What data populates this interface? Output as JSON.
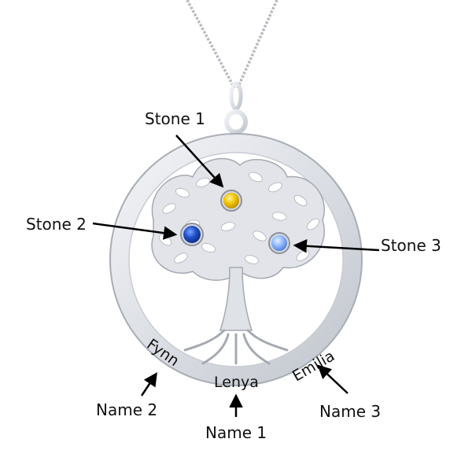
{
  "callouts": {
    "stone_1": "Stone 1",
    "stone_2": "Stone 2",
    "stone_3": "Stone 3",
    "name_1": "Name 1",
    "name_2": "Name 2",
    "name_3": "Name 3"
  },
  "engravings": {
    "left": "Fynn",
    "center": "Lenya",
    "right": "Emilia"
  },
  "colors": {
    "background": "#ffffff",
    "silver": "#e3e5ea",
    "silver_shade": "#b9bcc4",
    "stone_yellow": "#f2c300",
    "stone_dark_blue": "#1f4fc7",
    "stone_light_blue": "#8fb7ff",
    "arrow": "#000000"
  }
}
